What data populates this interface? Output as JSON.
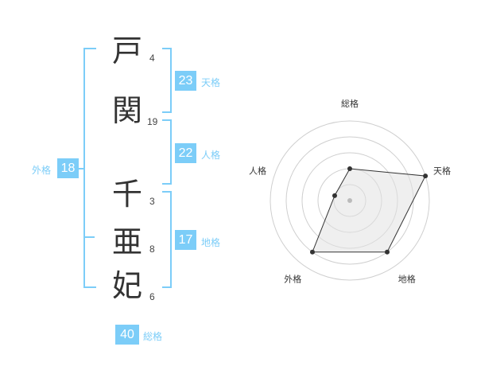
{
  "name_chars": [
    {
      "char": "戸",
      "strokes": "4"
    },
    {
      "char": "関",
      "strokes": "19"
    },
    {
      "char": "千",
      "strokes": "3"
    },
    {
      "char": "亜",
      "strokes": "8"
    },
    {
      "char": "妃",
      "strokes": "6"
    }
  ],
  "fortunes": {
    "tenkaku": {
      "value": "23",
      "label": "天格"
    },
    "jinkaku": {
      "value": "22",
      "label": "人格"
    },
    "chikaku": {
      "value": "17",
      "label": "地格"
    },
    "gaikaku": {
      "value": "18",
      "label": "外格"
    },
    "soukaku": {
      "value": "40",
      "label": "総格"
    }
  },
  "chart_data": {
    "type": "radar",
    "axes": [
      "総格",
      "天格",
      "地格",
      "外格",
      "人格"
    ],
    "values": [
      2,
      5,
      4,
      4,
      1
    ],
    "max": 5,
    "rings": 4
  },
  "colors": {
    "accent": "#7ccdf8",
    "text": "#333333",
    "radar_fill": "#eeeeee"
  }
}
